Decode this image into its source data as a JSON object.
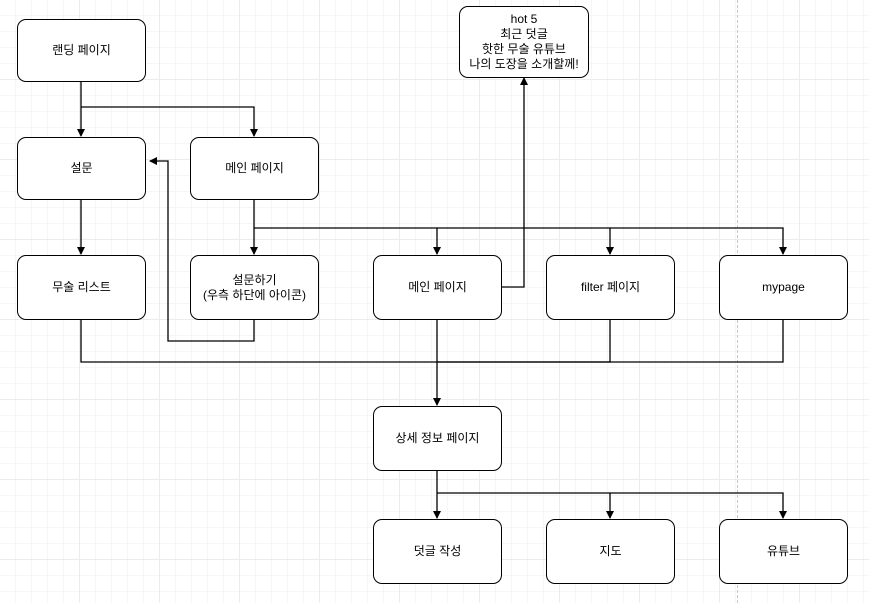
{
  "diagram": {
    "colors": {
      "stroke": "#000000",
      "node_fill": "#ffffff",
      "grid": "#ececec"
    },
    "nodes": {
      "landing": {
        "label": "랜딩 페이지"
      },
      "survey": {
        "label": "설문"
      },
      "main_top": {
        "label": "메인 페이지"
      },
      "martial_list": {
        "label": "무술 리스트"
      },
      "do_survey": {
        "label": "설문하기\n(우측 하단에 아이콘)"
      },
      "main_mid": {
        "label": "메인 페이지"
      },
      "filter_page": {
        "label": "filter 페이지"
      },
      "mypage": {
        "label": "mypage"
      },
      "hot5": {
        "label": "hot 5\n최근 덧글\n핫한 무술 유튜브\n나의 도장을 소개할께!"
      },
      "detail_page": {
        "label": "상세 정보 페이지"
      },
      "write_comment": {
        "label": "덧글 작성"
      },
      "map": {
        "label": "지도"
      },
      "youtube": {
        "label": "유튜브"
      }
    }
  }
}
